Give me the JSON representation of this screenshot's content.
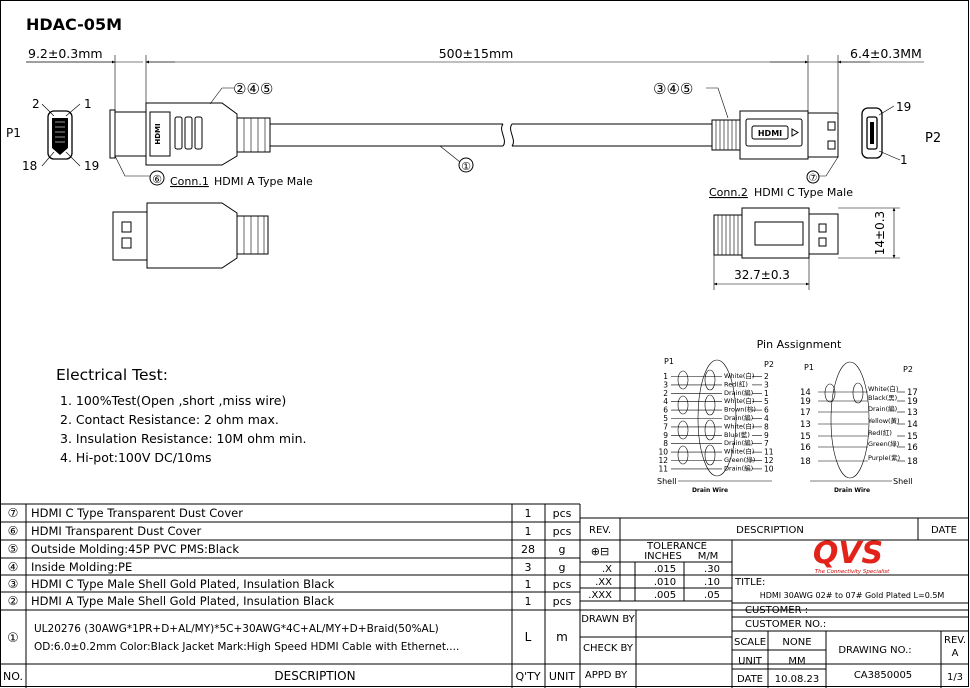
{
  "title": "HDAC-05M",
  "dims": {
    "left": "9.2±0.3mm",
    "total": "500±15mm",
    "right": "6.4±0.3MM",
    "height": "14±0.3",
    "width": "32.7±0.3"
  },
  "labels": {
    "p1": "P1",
    "p2": "P2",
    "p1_pin_a": "2",
    "p1_pin_b": "1",
    "p1_pin_c": "18",
    "p1_pin_d": "19",
    "p2_pin_a": "19",
    "p2_pin_b": "1",
    "hdmi": "HDMI",
    "callout_left": "②④⑤",
    "callout_right": "③④⑤",
    "callout_cable": "①",
    "callout_6": "⑥",
    "callout_7": "⑦",
    "conn1_id": "Conn.1",
    "conn1_desc": "HDMI A Type Male",
    "conn2_id": "Conn.2",
    "conn2_desc": "HDMI C Type Male"
  },
  "electrical": {
    "heading": "Electrical Test:",
    "items": [
      "1. 100%Test(Open ,short ,miss wire)",
      "2. Contact Resistance: 2 ohm max.",
      "3. Insulation Resistance: 10M ohm min.",
      "4. Hi-pot:100V DC/10ms"
    ]
  },
  "pin_assignment": {
    "title": "Pin Assignment",
    "p1": "P1",
    "p2": "P2",
    "shell": "Shell",
    "drain_wire": "Drain Wire",
    "left_p1_pins": [
      "1",
      "3",
      "2",
      "4",
      "6",
      "5",
      "7",
      "9",
      "8",
      "10",
      "12",
      "11"
    ],
    "left_p2_pins": [
      "2",
      "3",
      "1",
      "5",
      "6",
      "4",
      "8",
      "9",
      "7",
      "11",
      "12",
      "10"
    ],
    "left_wires": [
      "White(白)",
      "Red(紅)",
      "Drain(編)",
      "White(白)",
      "Brown(棕)",
      "Drain(編)",
      "White(白)",
      "Blue(藍)",
      "Drain(編)",
      "White(白)",
      "Green(綠)",
      "Drain(編)"
    ],
    "right_p1_pins": [
      "14",
      "19",
      "17",
      "13",
      "15",
      "16",
      "18"
    ],
    "right_p2_pins": [
      "17",
      "19",
      "13",
      "14",
      "15",
      "16",
      "18"
    ],
    "right_wires": [
      "White(白)",
      "Black(黑)",
      "Drain(編)",
      "Yellow(黃)",
      "Red(紅)",
      "Green(綠)",
      "Purple(紫)"
    ]
  },
  "bom": {
    "header": {
      "no": "NO.",
      "description": "DESCRIPTION",
      "qty": "Q'TY",
      "unit": "UNIT"
    },
    "rows": [
      {
        "no": "⑦",
        "desc": "HDMI C Type Transparent Dust Cover",
        "qty": "1",
        "unit": "pcs"
      },
      {
        "no": "⑥",
        "desc": "HDMI Transparent Dust Cover",
        "qty": "1",
        "unit": "pcs"
      },
      {
        "no": "⑤",
        "desc": "Outside Molding:45P PVC PMS:Black",
        "qty": "28",
        "unit": "g"
      },
      {
        "no": "④",
        "desc": "Inside Molding:PE",
        "qty": "3",
        "unit": "g"
      },
      {
        "no": "③",
        "desc": "HDMI C Type Male Shell Gold Plated, Insulation Black",
        "qty": "1",
        "unit": "pcs"
      },
      {
        "no": "②",
        "desc": "HDMI A Type Male Shell Gold Plated, Insulation Black",
        "qty": "1",
        "unit": "pcs"
      }
    ],
    "row1": {
      "no": "①",
      "line1": "UL20276 (30AWG*1PR+D+AL/MY)*5C+30AWG*4C+AL/MY+D+Braid(50%AL)",
      "line2": "OD:6.0±0.2mm Color:Black Jacket Mark:High Speed HDMI Cable with Ethernet....",
      "qty": "L",
      "unit": "m"
    }
  },
  "titleblock": {
    "rev": "REV.",
    "description": "DESCRIPTION",
    "date": "DATE",
    "tolerance": "TOLERANCE",
    "inches": "INCHES",
    "mm": "M/M",
    "tol_rows": [
      {
        "p": ".X",
        "in": ".015",
        "mm": ".30"
      },
      {
        "p": ".XX",
        "in": ".010",
        "mm": ".10"
      },
      {
        "p": ".XXX",
        "in": ".005",
        "mm": ".05"
      }
    ],
    "logo": "QVS",
    "tagline": "The Connectivity Specialist",
    "title_label": "TITLE:",
    "title_value": "HDMI 30AWG 02# to 07# Gold Plated L=0.5M",
    "customer": "CUSTOMER :",
    "customer_no": "CUSTOMER NO.:",
    "drawn_by": "DRAWN BY",
    "check_by": "CHECK BY",
    "appd_by": "APPD BY",
    "scale": "SCALE",
    "scale_value": "NONE",
    "unit": "UNIT",
    "unit_value": "MM",
    "date_label": "DATE",
    "date_value": "10.08.23",
    "drawing_no": "DRAWING NO.:",
    "drawing_no_value": "CA3850005",
    "rev_label": "REV.",
    "rev_value": "A",
    "sheet": "1/3"
  }
}
